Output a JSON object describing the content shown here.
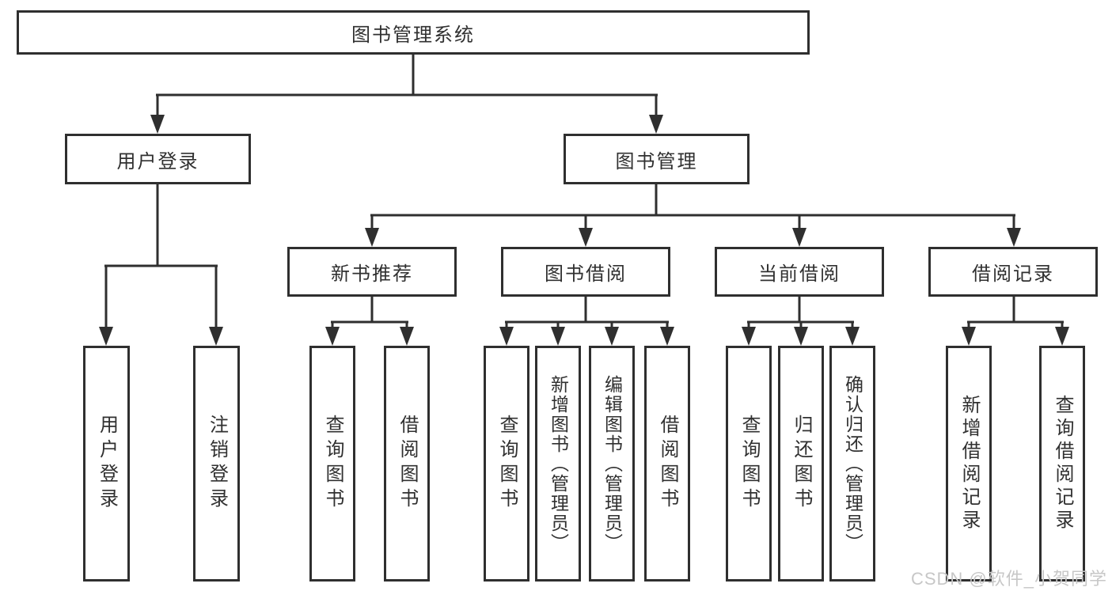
{
  "diagram": {
    "root": "图书管理系统",
    "level2": [
      "用户登录",
      "图书管理"
    ],
    "level3": [
      "新书推荐",
      "图书借阅",
      "当前借阅",
      "借阅记录"
    ],
    "leaves_user_login": [
      "用户登录",
      "注销登录"
    ],
    "leaves_new_book": [
      "查询图书",
      "借阅图书"
    ],
    "leaves_book_borrow": [
      "查询图书",
      "新增图书（管理员）",
      "编辑图书（管理员）",
      "借阅图书"
    ],
    "leaves_current_borrow": [
      "查询图书",
      "归还图书",
      "确认归还（管理员）"
    ],
    "leaves_borrow_record": [
      "新增借阅记录",
      "查询借阅记录"
    ]
  },
  "watermark": "CSDN @软件_小贺同学",
  "colors": {
    "line": "#2f2f2f",
    "box_border": "#2f2f2f",
    "text": "#303030",
    "watermark": "#c7c7c7",
    "background": "#ffffff"
  }
}
